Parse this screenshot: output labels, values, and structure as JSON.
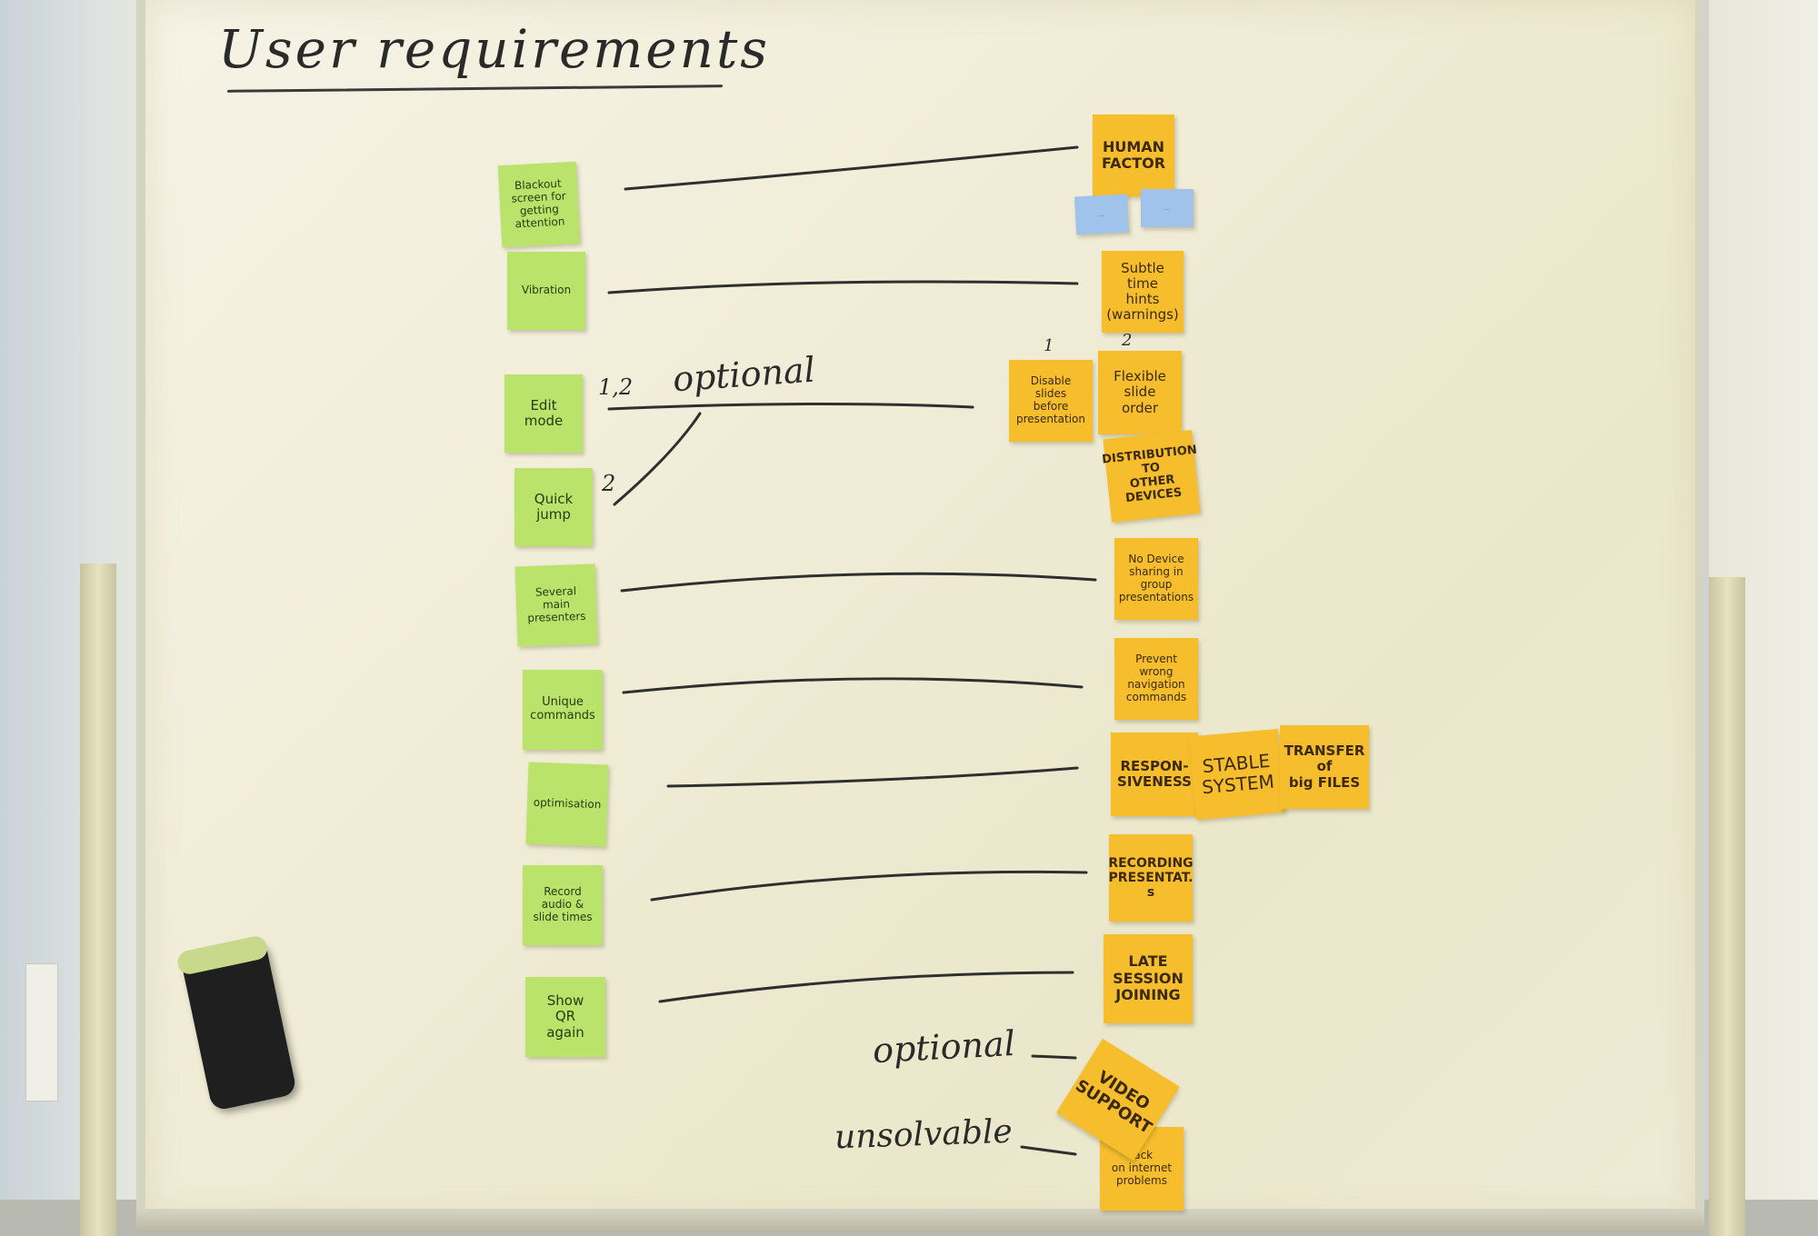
{
  "title": "User requirements",
  "labels": {
    "optional_top": "optional",
    "optional_bottom": "optional",
    "unsolvable": "unsolvable",
    "num_12": "1,2",
    "num_2": "2",
    "num_col1": "1",
    "num_col2": "2"
  },
  "green_notes": [
    "Blackout\nscreen for\ngetting\nattention",
    "Vibration",
    "Edit\nmode",
    "Quick\njump",
    "Several\nmain\npresenters",
    "Unique\ncommands",
    "optimisation",
    "Record\naudio &\nslide times",
    "Show\nQR\nagain"
  ],
  "yellow_notes": {
    "human_factor": "HUMAN\nFACTOR",
    "subtle_time_hints": "Subtle\ntime\nhints\n(warnings)",
    "disable_slides": "Disable\nslides\nbefore\npresentation",
    "flexible_slide_order": "Flexible\nslide\norder",
    "distribution": "DISTRIBUTION\nTO\nOTHER\nDEVICES",
    "no_device_sharing": "No Device\nsharing in\ngroup\npresentations",
    "prevent_wrong_navigation": "Prevent\nwrong\nnavigation\ncommands",
    "responsiveness": "RESPON-\nSIVENESS",
    "stable_system": "STABLE\nSYSTEM",
    "transfer_big_files": "TRANSFER\nof\nbig FILES",
    "recording_presentations": "RECORDING\nPRESENTAT.\ns",
    "late_session_joining": "LATE\nSESSION\nJOINING",
    "video_support": "VIDEO\nSUPPORT",
    "lack_internet": "lack\non internet\nproblems"
  },
  "colors": {
    "green_note": "#b9e36a",
    "yellow_note": "#f6bd2d",
    "blue_note": "#9fc3ea",
    "board": "#f0ecd6",
    "marker": "#2a2a2a"
  }
}
